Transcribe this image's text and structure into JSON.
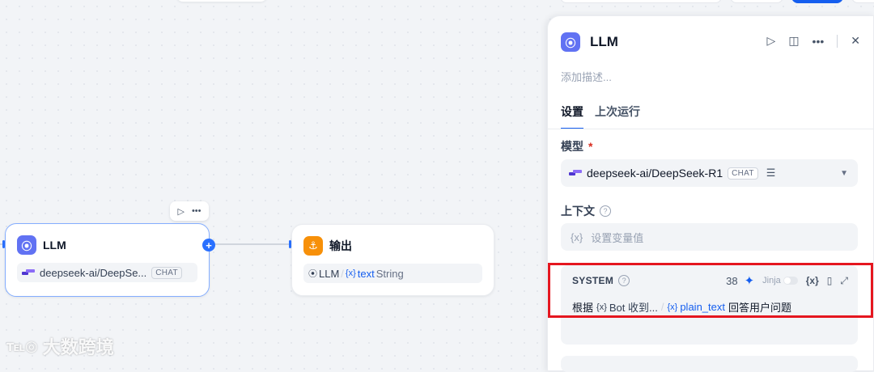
{
  "canvas": {
    "llm_node": {
      "title": "LLM",
      "model": "deepseek-ai/DeepSe...",
      "badge": "CHAT"
    },
    "output_node": {
      "title": "输出",
      "var_source": "LLM",
      "var_sep": "/",
      "var_icon": "{x}",
      "var_name": "text",
      "var_type": "String"
    },
    "toolbar": {
      "run_icon": "▷",
      "more_icon": "•••"
    },
    "add_icon": "+"
  },
  "watermark": {
    "logo": "℡◎",
    "text": "大数跨境"
  },
  "panel": {
    "title": "LLM",
    "description_placeholder": "添加描述...",
    "tabs": [
      "设置",
      "上次运行"
    ],
    "model": {
      "label": "模型",
      "required_mark": "*",
      "value": "deepseek-ai/DeepSeek-R1",
      "badge": "CHAT"
    },
    "context": {
      "label": "上下文",
      "help": "?",
      "icon": "{x}",
      "placeholder": "设置变量值"
    },
    "system": {
      "label": "SYSTEM",
      "help": "?",
      "count": "38",
      "jinja_label": "Jinja",
      "var_icon": "{x}",
      "text_prefix": "根据",
      "chip1_icon": "{x}",
      "chip1": "Bot 收到...",
      "sep": "/",
      "chip2_icon": "{x}",
      "chip2": "plain_text",
      "text_suffix": "回答用户问题"
    }
  },
  "colors": {
    "accent": "#155eef",
    "node_llm": "#6172f3",
    "node_output": "#f79009",
    "highlight": "#e5161f"
  }
}
